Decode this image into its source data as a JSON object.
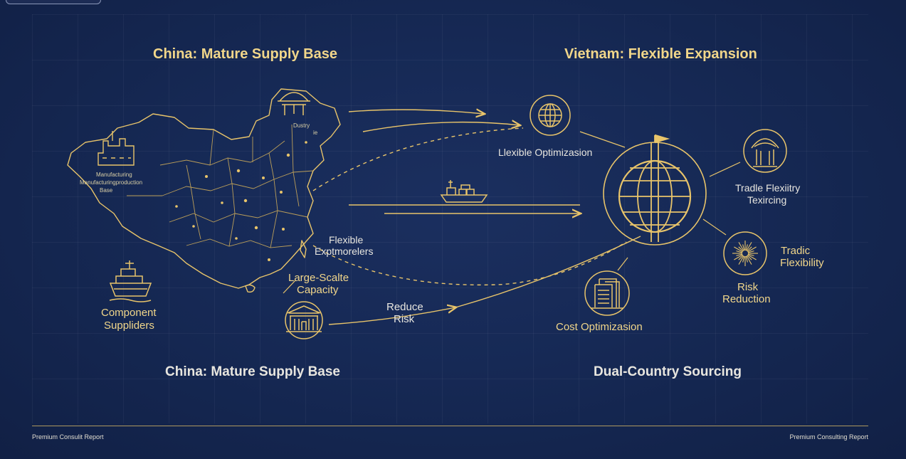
{
  "headings": {
    "china_top": "China: Mature Supply Base",
    "vietnam_top": "Vietnam: Flexible Expansion",
    "china_bottom": "China: Mature Supply Base",
    "dual_bottom": "Dual-Country Sourcing"
  },
  "labels": {
    "map_tiny_north_1": "Dustry",
    "map_tiny_north_2": "ie",
    "map_tiny_west_1": "Manufacturing",
    "map_tiny_west_2": "Manufacturingproduction",
    "map_tiny_west_3": "Base",
    "component_1": "Component",
    "component_2": "Suppliders",
    "flexible_1": "Flexible",
    "flexible_2": "Exptmorelers",
    "large_scale_1": "Large-Scalte",
    "large_scale_2": "Capacity",
    "reduce_risk_1": "Reduce",
    "reduce_risk_2": "Risk",
    "lflexible": "Llexible Optimizasion",
    "trade_flex_1": "Tradle Flexiitry",
    "trade_flex_2": "Texircing",
    "tradic_1": "Tradic",
    "tradic_2": "Flexibility",
    "risk_1": "Risk",
    "risk_2": "Reduction",
    "cost_opt": "Cost Optimizasion"
  },
  "footer": {
    "left": "Premium Consulit Report",
    "right": "Premium Consulting Report"
  },
  "icons": [
    "temple-gate-icon",
    "factory-icon",
    "cargo-ship-icon",
    "warehouse-icon",
    "globe-icon",
    "globe-tower-icon",
    "pagoda-icon",
    "starburst-icon",
    "office-building-icon",
    "container-ship-icon"
  ],
  "colors": {
    "background": "#14234a",
    "gold": "#e8c46a",
    "label_gold": "#f1d68a",
    "label_white": "#e8e6df"
  }
}
